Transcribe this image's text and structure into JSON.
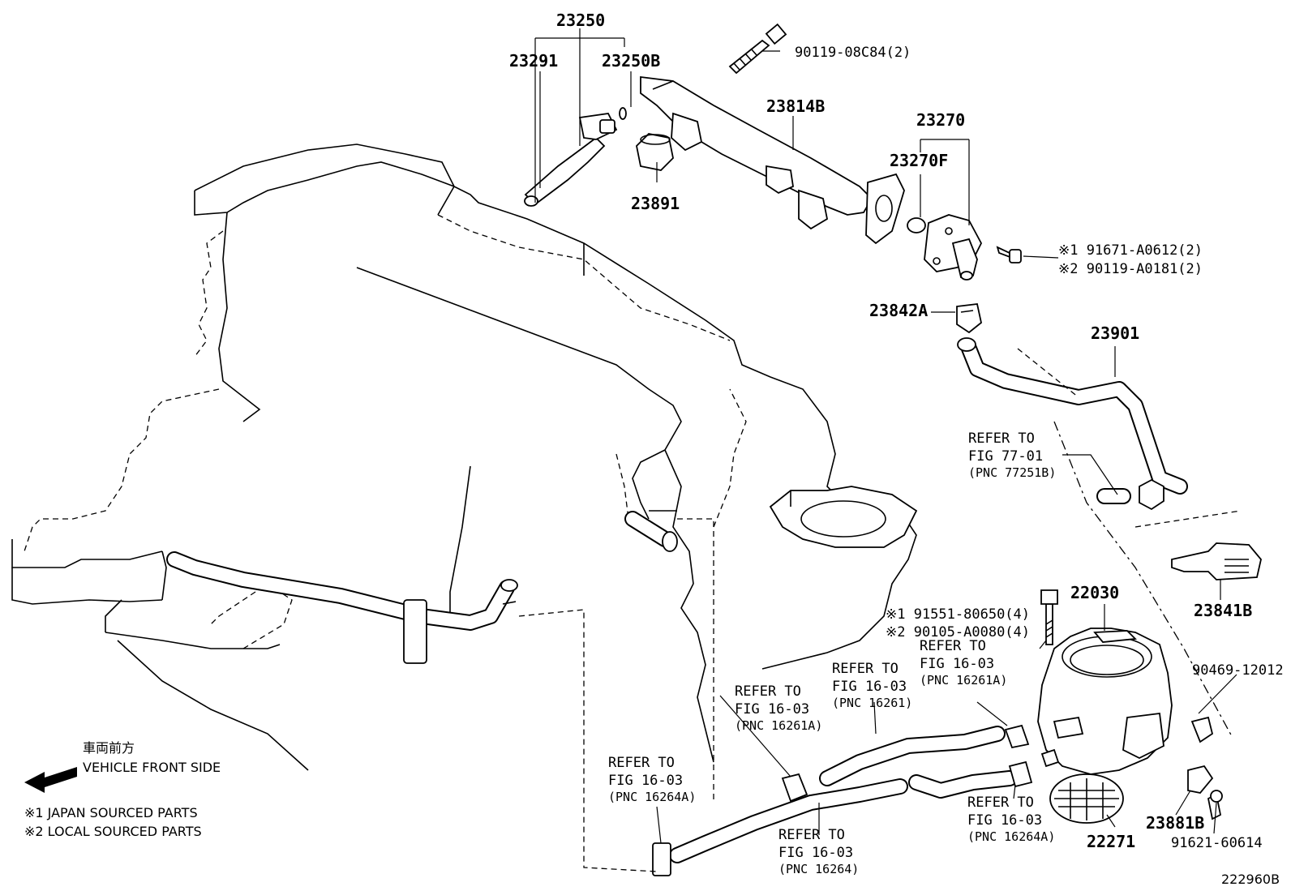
{
  "diagram": {
    "parts": {
      "p23250": "23250",
      "p23291": "23291",
      "p23250B": "23250B",
      "p90119_08C84": "90119-08C84(2)",
      "p23814B": "23814B",
      "p23891": "23891",
      "p23270": "23270",
      "p23270F": "23270F",
      "p91671": "※1 91671-A0612(2)",
      "p90119_A0181": "※2 90119-A0181(2)",
      "p23842A": "23842A",
      "p23901": "23901",
      "p23841B": "23841B",
      "p22030": "22030",
      "p91551": "※1 91551-80650(4)",
      "p90105": "※2 90105-A0080(4)",
      "p90469": "90469-12012",
      "p23881B": "23881B",
      "p91621": "91621-60614",
      "p22271": "22271"
    },
    "refs": {
      "r77": [
        "REFER TO",
        "FIG 77-01",
        "(PNC 77251B)"
      ],
      "r16261A_a": [
        "REFER TO",
        "FIG 16-03",
        "(PNC 16261A)"
      ],
      "r16261": [
        "REFER TO",
        "FIG 16-03",
        "(PNC 16261)"
      ],
      "r16261A_b": [
        "REFER TO",
        "FIG 16-03",
        "(PNC 16261A)"
      ],
      "r16264A_a": [
        "REFER TO",
        "FIG 16-03",
        "(PNC 16264A)"
      ],
      "r16264": [
        "REFER TO",
        "FIG 16-03",
        "(PNC 16264)"
      ],
      "r16264A_b": [
        "REFER TO",
        "FIG 16-03",
        "(PNC 16264A)"
      ]
    },
    "legend": {
      "front_jp": "車両前方",
      "front_en": "VEHICLE FRONT SIDE",
      "note1": "※1 JAPAN SOURCED PARTS",
      "note2": "※2 LOCAL SOURCED PARTS"
    },
    "figure_id": "222960B"
  }
}
